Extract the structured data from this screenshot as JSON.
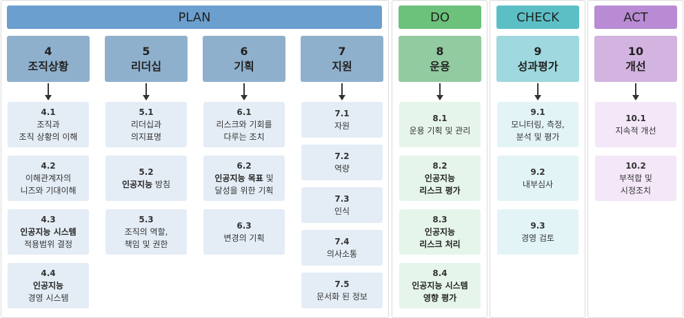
{
  "colors": {
    "plan_header": "#6b9fce",
    "do_header": "#6cc27a",
    "check_header": "#5cbfc6",
    "act_header": "#b98bd4",
    "plan_section": "#8fb0cc",
    "do_section": "#93cba0",
    "check_section": "#9fd8de",
    "act_section": "#d3b3df",
    "plan_item": "#e4edf6",
    "do_item": "#e6f5ea",
    "check_item": "#e3f4f7",
    "act_item": "#f3e7f8"
  },
  "phases": {
    "plan": "PLAN",
    "do": "DO",
    "check": "CHECK",
    "act": "ACT"
  },
  "sections": {
    "s4": {
      "num": "4",
      "title": "조직상황"
    },
    "s5": {
      "num": "5",
      "title": "리더십"
    },
    "s6": {
      "num": "6",
      "title": "기획"
    },
    "s7": {
      "num": "7",
      "title": "지원"
    },
    "s8": {
      "num": "8",
      "title": "운용"
    },
    "s9": {
      "num": "9",
      "title": "성과평가"
    },
    "s10": {
      "num": "10",
      "title": "개선"
    }
  },
  "items": {
    "i4_1": {
      "num": "4.1",
      "l1": "조직과",
      "l2": "조직 상황의 이해"
    },
    "i4_2": {
      "num": "4.2",
      "l1": "이해관계자의",
      "l2": "니즈와 기대이해"
    },
    "i4_3": {
      "num": "4.3",
      "l1": "인공지능 시스템",
      "l2": "적용범위 결정"
    },
    "i4_4": {
      "num": "4.4",
      "l1": "인공지능",
      "l2": "경영 시스템"
    },
    "i5_1": {
      "num": "5.1",
      "l1": "리더십과",
      "l2": "의지표명"
    },
    "i5_2": {
      "num": "5.2",
      "bold": "인공지능",
      "rest": " 방침"
    },
    "i5_3": {
      "num": "5.3",
      "l1": "조직의 역할,",
      "l2": "책임 및 권한"
    },
    "i6_1": {
      "num": "6.1",
      "l1": "리스크와 기회를",
      "l2": "다루는 조치"
    },
    "i6_2": {
      "num": "6.2",
      "bold": "인공지능 목표",
      "rest": " 및",
      "l2": "달성을 위한 기획"
    },
    "i6_3": {
      "num": "6.3",
      "l1": "변경의 기획"
    },
    "i7_1": {
      "num": "7.1",
      "l1": "자원"
    },
    "i7_2": {
      "num": "7.2",
      "l1": "역량"
    },
    "i7_3": {
      "num": "7.3",
      "l1": "인식"
    },
    "i7_4": {
      "num": "7.4",
      "l1": "의사소통"
    },
    "i7_5": {
      "num": "7.5",
      "l1": "문서화 된 정보"
    },
    "i8_1": {
      "num": "8.1",
      "l1": "운용 기획 및 관리"
    },
    "i8_2": {
      "num": "8.2",
      "l1": "인공지능",
      "l2": "리스크 평가"
    },
    "i8_3": {
      "num": "8.3",
      "l1": "인공지능",
      "l2": "리스크 처리"
    },
    "i8_4": {
      "num": "8.4",
      "l1": "인공지능 시스템",
      "l2": "영향 평가"
    },
    "i9_1": {
      "num": "9.1",
      "l1": "모니터링, 측정,",
      "l2": "분석 및 평가"
    },
    "i9_2": {
      "num": "9.2",
      "l1": "내부심사"
    },
    "i9_3": {
      "num": "9.3",
      "l1": "경영 검토"
    },
    "i10_1": {
      "num": "10.1",
      "l1": "지속적 개선"
    },
    "i10_2": {
      "num": "10.2",
      "l1": "부적합 및",
      "l2": "시정조치"
    }
  }
}
